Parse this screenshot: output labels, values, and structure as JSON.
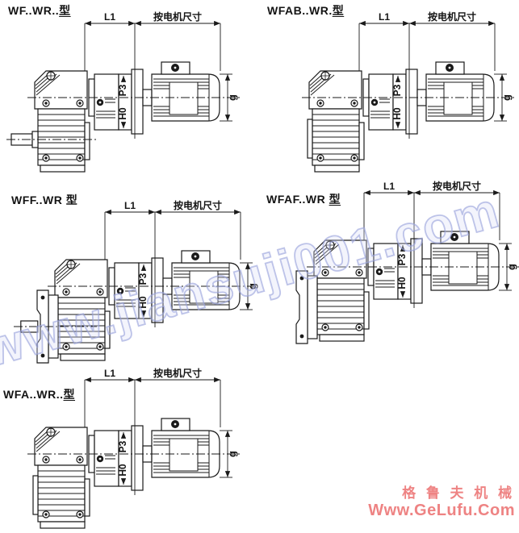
{
  "page": {
    "background": "#ffffff",
    "line_color": "#1a1a1a"
  },
  "watermark": {
    "text": "www.jiansuji001.com",
    "color": "#9aa2dc"
  },
  "footer": {
    "brand": "格 鲁 夫 机 械",
    "url": "Www.GeLufu.Com",
    "color": "#ee8383"
  },
  "labels": {
    "l1": "L1",
    "motor_dim": "按电机尺寸",
    "p3": "P3",
    "h0": "H0",
    "g": "g"
  },
  "diagrams": [
    {
      "model": "WF..WR..",
      "type_suffix": "型",
      "variant": "solid-output-shaft"
    },
    {
      "model": "WFAB..WR.",
      "type_suffix": "型",
      "variant": "hollow-shaft-side-plates"
    },
    {
      "model": "WFF..WR ",
      "type_suffix": "型",
      "variant": "output-flange-with-shaft"
    },
    {
      "model": "WFAF..WR ",
      "type_suffix": "型",
      "variant": "output-flange"
    },
    {
      "model": "WFA..WR..",
      "type_suffix": "型",
      "variant": "hollow-shaft"
    }
  ]
}
